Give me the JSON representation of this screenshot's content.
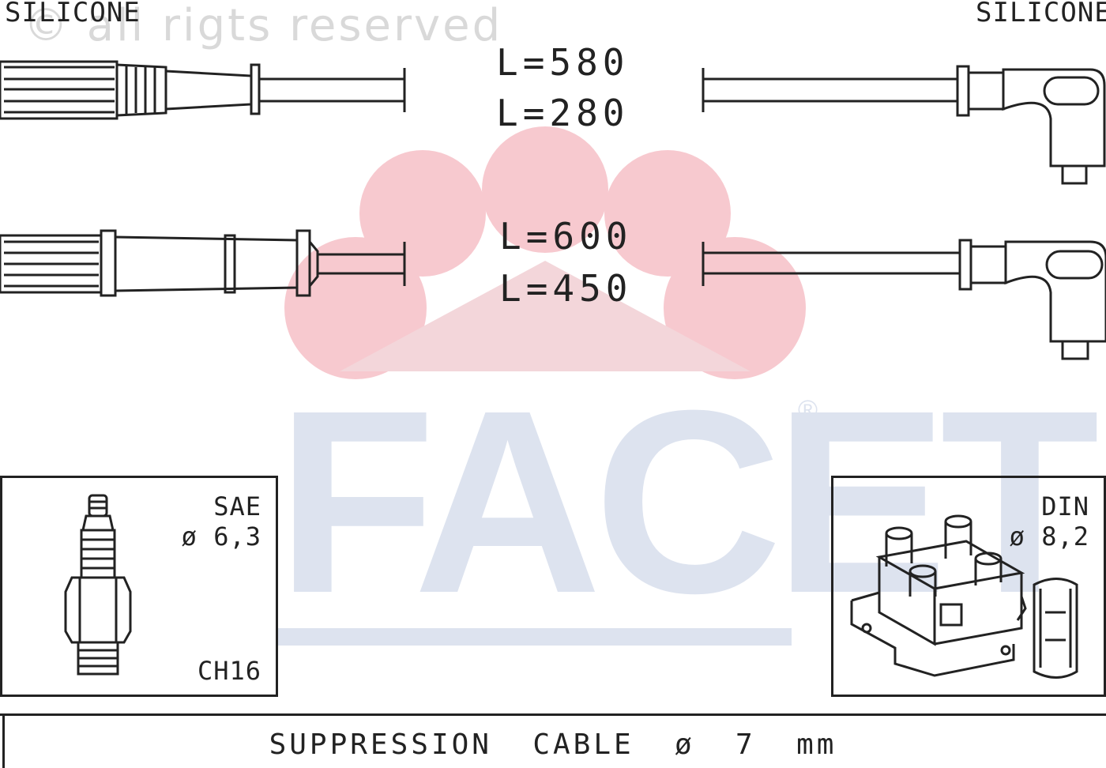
{
  "copyright": "© all rigts reserved",
  "watermark": {
    "brand": "FACET",
    "registered": "®",
    "petal_color": "#f7c9cf",
    "text_color": "#dde3ef"
  },
  "cables": [
    {
      "left_label": "SILICONE",
      "right_label": "SILICONE",
      "lengths": [
        "L=580",
        "L=280"
      ]
    },
    {
      "lengths": [
        "L=600",
        "L=450"
      ]
    }
  ],
  "spark_plug": {
    "standard": "SAE",
    "diameter": "ø 6,3",
    "code": "CH16"
  },
  "coil": {
    "standard": "DIN",
    "diameter": "ø 8,2"
  },
  "footer": {
    "text": "SUPPRESSION  CABLE  ø  7  mm"
  },
  "colors": {
    "line": "#222222"
  }
}
